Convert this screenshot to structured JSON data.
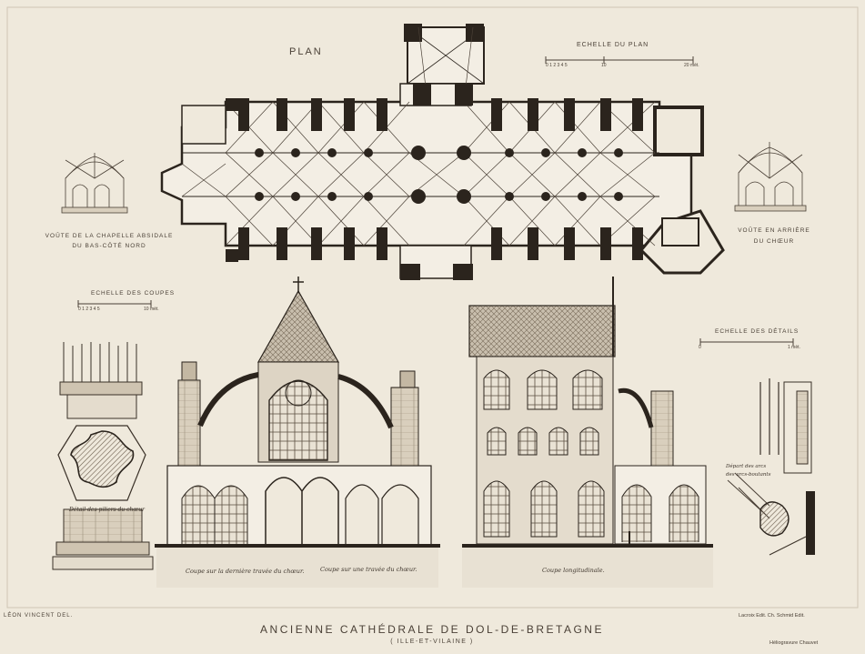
{
  "plan": {
    "title": "PLAN"
  },
  "scales": {
    "plan": {
      "title": "ECHELLE DU PLAN",
      "ticks": [
        "0 1 2 3 4 5",
        "10",
        "20 mèt."
      ]
    },
    "sections": {
      "title": "ECHELLE DES COUPES",
      "ticks": [
        "0 1 2 3 4 5",
        "10 mèt."
      ]
    },
    "details": {
      "title": "ECHELLE DES DÉTAILS",
      "ticks": [
        "0",
        "1 mèt."
      ]
    }
  },
  "vault_left": {
    "line1": "VOÛTE DE LA CHAPELLE ABSIDALE",
    "line2": "DU BAS-CÔTÉ NORD"
  },
  "vault_right": {
    "line1": "VOÛTE EN ARRIÈRE",
    "line2": "DU CHŒUR"
  },
  "captions": {
    "pillar": "Détail des piliers du chœur",
    "section_last_bay": "Coupe sur la dernière travée du chœur.",
    "section_bay": "Coupe sur une travée du chœur.",
    "section_long": "Coupe longitudinale.",
    "arch_start_line1": "Départ des arcs",
    "arch_start_line2": "des arcs-boutants"
  },
  "footer": {
    "draftsman": "LÉON VINCENT del.",
    "publisher": "Lacroix Edit. Ch. Schmid Edit.",
    "title": "ANCIENNE CATHÉDRALE DE DOL-DE-BRETAGNE",
    "subtitle": "( ILLE-ET-VILAINE )",
    "engraver": "Héliogravure Chauvet"
  },
  "colors": {
    "paper": "#efe9dc",
    "ink": "#2b241d",
    "wash": "#b7aa95",
    "hatch": "#6b5d4c"
  }
}
